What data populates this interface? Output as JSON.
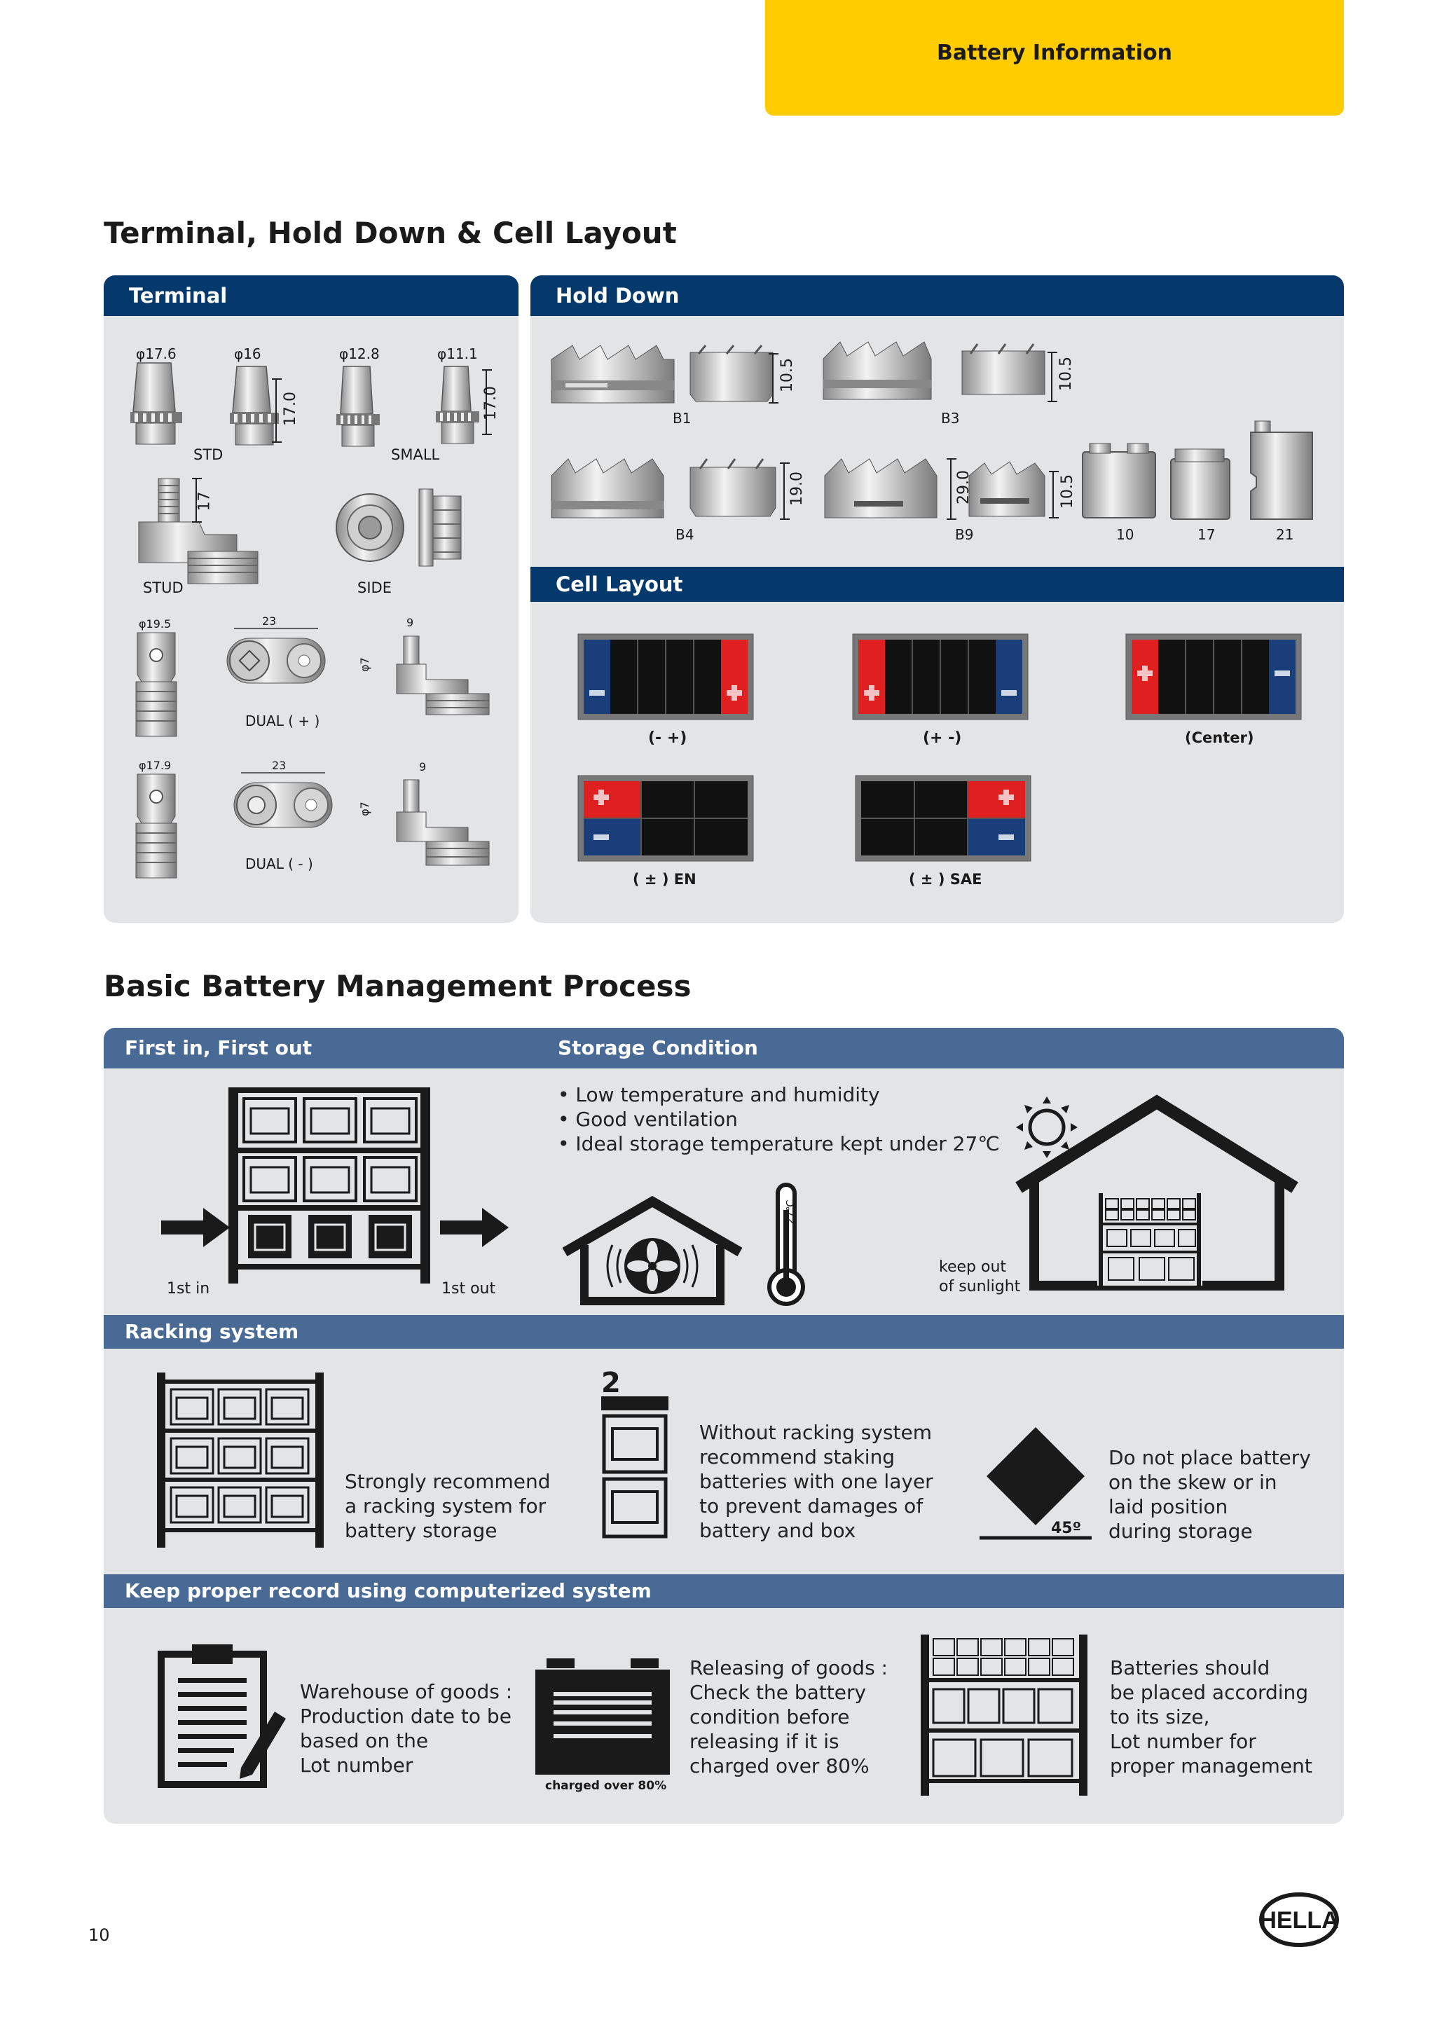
{
  "header": {
    "tab": "Battery Information"
  },
  "section1": {
    "title": "Terminal, Hold Down & Cell Layout",
    "terminal": {
      "title": "Terminal",
      "dims": [
        "φ17.6",
        "φ16",
        "φ12.8",
        "φ11.1",
        "17.0",
        "17.0"
      ],
      "std": "STD",
      "small": "SMALL",
      "stud_dim": "17",
      "stud": "STUD",
      "side": "SIDE",
      "dual_pos_dims": [
        "φ19.5",
        "23",
        "9",
        "φ7"
      ],
      "dual_pos": "DUAL ( + )",
      "dual_neg_dims": [
        "φ17.9",
        "23",
        "9",
        "φ7"
      ],
      "dual_neg": "DUAL ( - )"
    },
    "hold_down": {
      "title": "Hold Down",
      "row1": [
        "B1",
        "B3"
      ],
      "row1_dims": [
        "10.5",
        "10.5"
      ],
      "row2": [
        "B4",
        "B9",
        "10",
        "17",
        "21"
      ],
      "row2_dims": [
        "19.0",
        "29.0",
        "10.5"
      ]
    },
    "cell_layout": {
      "title": "Cell Layout",
      "labels": [
        "(- +)",
        "(+ -)",
        "(Center)",
        "( ± ) EN",
        "( ± ) SAE"
      ]
    }
  },
  "section2": {
    "title": "Basic Battery Management Process",
    "fifo": {
      "title": "First in, First out",
      "in": "1st in",
      "out": "1st out"
    },
    "storage": {
      "title": "Storage Condition",
      "bullets": [
        "Low temperature and humidity",
        "Good ventilation",
        "Ideal storage temperature kept under 27℃"
      ],
      "thermo": "27℃",
      "sunlight": "keep out\nof sunlight"
    },
    "racking": {
      "title": "Racking system",
      "text1": "Strongly recommend\na racking system for\nbattery storage",
      "stack_num": "2",
      "text2": "Without racking system\nrecommend staking\nbatteries with one layer\nto prevent damages of\nbattery and box",
      "angle": "45º",
      "text3": "Do not place battery\non the skew or in\nlaid position\nduring storage"
    },
    "record": {
      "title": "Keep proper record using computerized system",
      "text1": "Warehouse of goods :\nProduction date to be\nbased on the\nLot number",
      "charged": "charged over 80%",
      "text2": "Releasing of goods :\nCheck the battery\ncondition before\nreleasing if it is\ncharged over 80%",
      "text3": "Batteries should\nbe placed according\nto its size,\nLot number for\nproper management"
    }
  },
  "footer": {
    "page": "10",
    "logo": "HELLA"
  },
  "colors": {
    "yellow": "#ffcc00",
    "navy": "#06396b",
    "steel": "#4a6a96",
    "panel": "#e3e4e6",
    "red": "#e02020",
    "blue": "#1a3e7a"
  }
}
